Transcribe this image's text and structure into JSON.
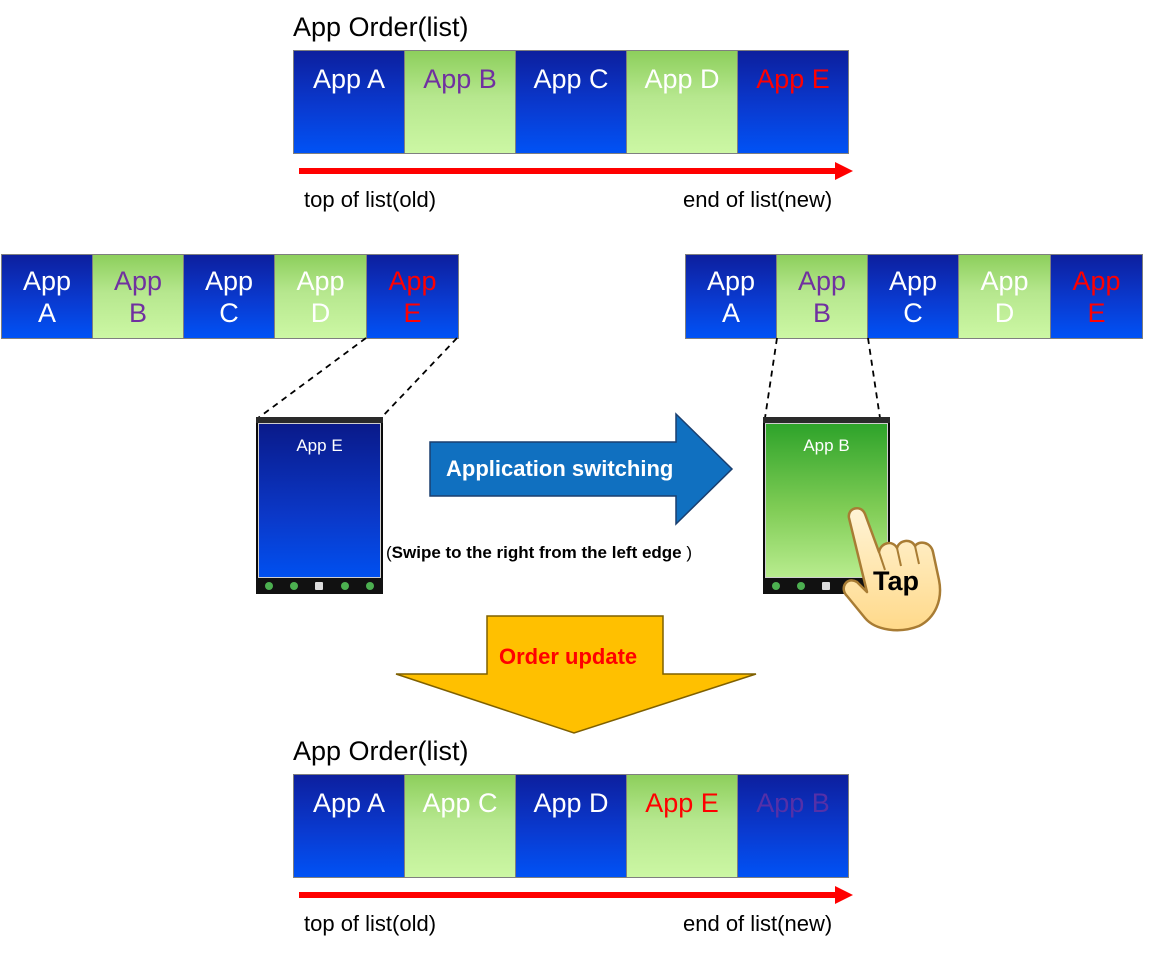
{
  "top": {
    "title": "App Order(list)",
    "cells": [
      {
        "label": "App A",
        "color": "#ffffff",
        "bg": "blue"
      },
      {
        "label": "App B",
        "color": "#7030a0",
        "bg": "green"
      },
      {
        "label": "App C",
        "color": "#ffffff",
        "bg": "blue"
      },
      {
        "label": "App D",
        "color": "#ffffff",
        "bg": "green"
      },
      {
        "label": "App E",
        "color": "#ff0000",
        "bg": "blue"
      }
    ],
    "left_caption": "top of list(old)",
    "right_caption": "end of list(new)"
  },
  "left_strip": [
    {
      "l1": "App",
      "l2": "A",
      "color": "#ffffff",
      "bg": "blue"
    },
    {
      "l1": "App",
      "l2": "B",
      "color": "#7030a0",
      "bg": "green"
    },
    {
      "l1": "App",
      "l2": "C",
      "color": "#ffffff",
      "bg": "blue"
    },
    {
      "l1": "App",
      "l2": "D",
      "color": "#ffffff",
      "bg": "green"
    },
    {
      "l1": "App",
      "l2": "E",
      "color": "#ff0000",
      "bg": "blue"
    }
  ],
  "right_strip": [
    {
      "l1": "App",
      "l2": "A",
      "color": "#ffffff",
      "bg": "blue"
    },
    {
      "l1": "App",
      "l2": "B",
      "color": "#7030a0",
      "bg": "green"
    },
    {
      "l1": "App",
      "l2": "C",
      "color": "#ffffff",
      "bg": "blue"
    },
    {
      "l1": "App",
      "l2": "D",
      "color": "#ffffff",
      "bg": "green"
    },
    {
      "l1": "App",
      "l2": "E",
      "color": "#ff0000",
      "bg": "blue"
    }
  ],
  "phone_left": {
    "label": "App E"
  },
  "phone_right": {
    "label": "App B"
  },
  "switch_arrow": {
    "label": "Application switching",
    "color": "#1070c0"
  },
  "swipe_note": {
    "open": "(",
    "text": "Swipe to the right from the left edge",
    "close": ")"
  },
  "tap_label": "Tap",
  "order_update": {
    "label": "Order update",
    "color": "#ffc000",
    "text_color": "#ff0000"
  },
  "bottom": {
    "title": "App Order(list)",
    "cells": [
      {
        "label": "App A",
        "color": "#ffffff",
        "bg": "blue"
      },
      {
        "label": "App C",
        "color": "#ffffff",
        "bg": "green"
      },
      {
        "label": "App D",
        "color": "#ffffff",
        "bg": "blue"
      },
      {
        "label": "App E",
        "color": "#ff0000",
        "bg": "green"
      },
      {
        "label": "App B",
        "color": "#5530a8",
        "bg": "blue"
      }
    ],
    "left_caption": "top of list(old)",
    "right_caption": "end of list(new)"
  }
}
